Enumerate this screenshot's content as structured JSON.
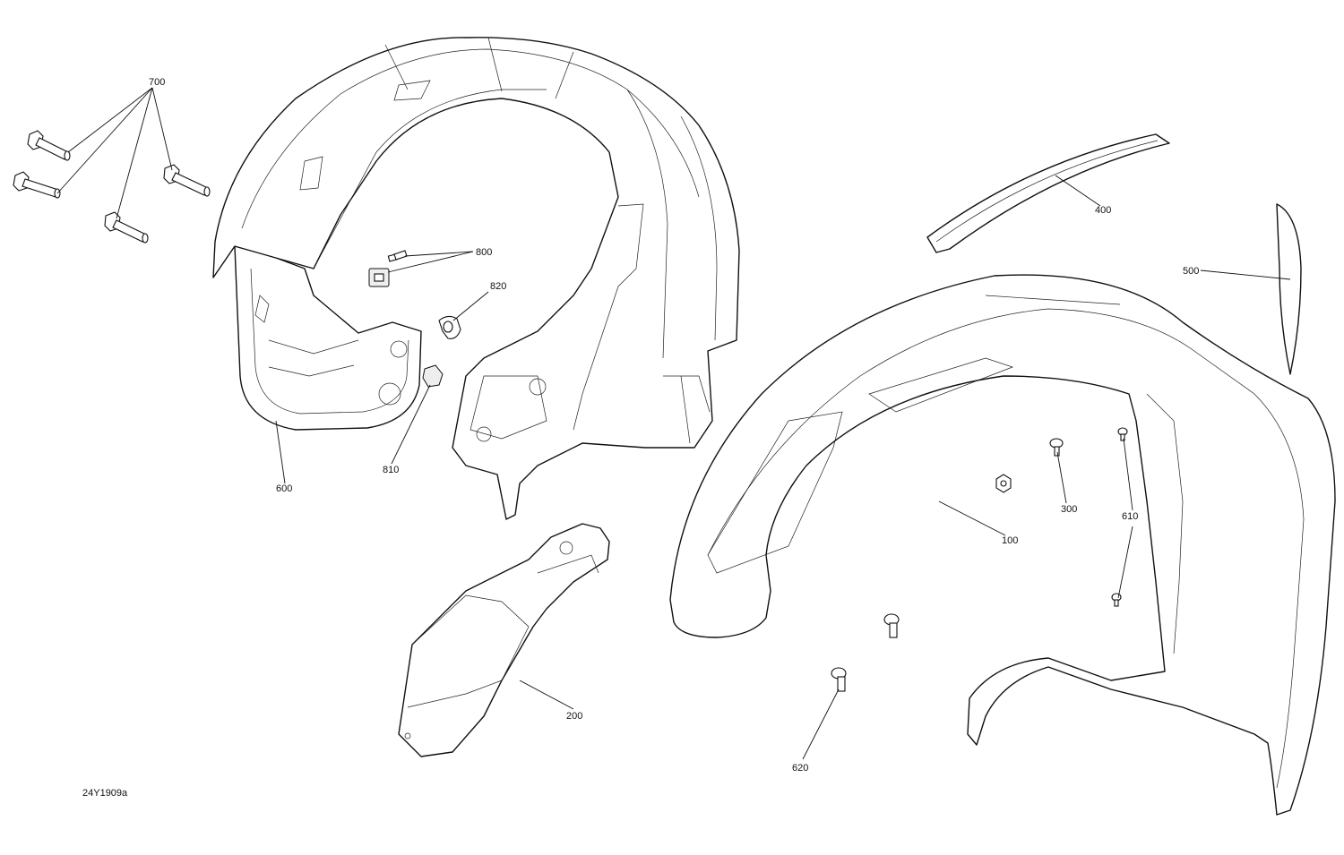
{
  "drawing_code": "24Y1909a",
  "callouts": {
    "c700": "700",
    "c800": "800",
    "c820": "820",
    "c810": "810",
    "c600": "600",
    "c400": "400",
    "c500": "500",
    "c100": "100",
    "c300": "300",
    "c610": "610",
    "c200": "200",
    "c620": "620"
  }
}
